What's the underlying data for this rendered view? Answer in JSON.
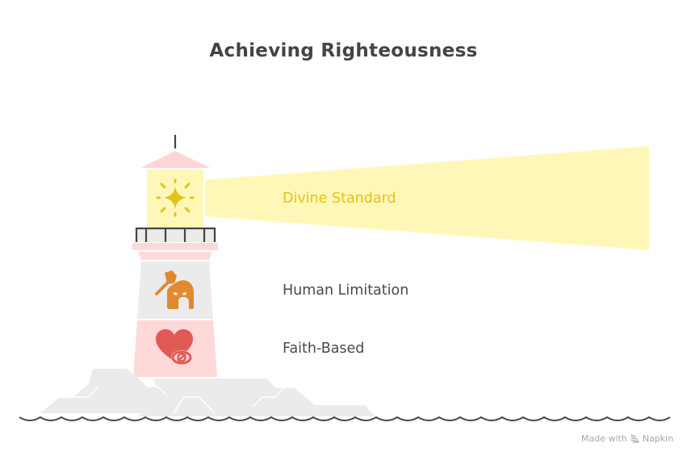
{
  "title": "Achieving Righteousness",
  "levels": [
    {
      "label": "Divine Standard",
      "icon": "sparkle-icon",
      "section": "lantern-beam",
      "color": "#e2c318",
      "fill": "#fff7b8"
    },
    {
      "label": "Human Limitation",
      "icon": "gavel-hammer-mask-icon",
      "section": "tower-upper",
      "color": "#e08a2e",
      "fill": "#ebebeb"
    },
    {
      "label": "Faith-Based",
      "icon": "heart-with-blocked-eye-icon",
      "section": "tower-base",
      "color": "#e25a56",
      "fill": "#ffd9d9"
    }
  ],
  "colors": {
    "title": "#444444",
    "label_text": "#4a4a4a",
    "beam": "#fff7b8",
    "beam_text": "#e2c318",
    "roof": "#ffd6d6",
    "tower_grey": "#ebebeb",
    "tower_pink": "#ffd9d9",
    "rock": "#ebebeb",
    "wave_line": "#4a4a4a",
    "railing": "#444444"
  },
  "watermark": {
    "prefix": "Made with",
    "brand": "Napkin"
  }
}
